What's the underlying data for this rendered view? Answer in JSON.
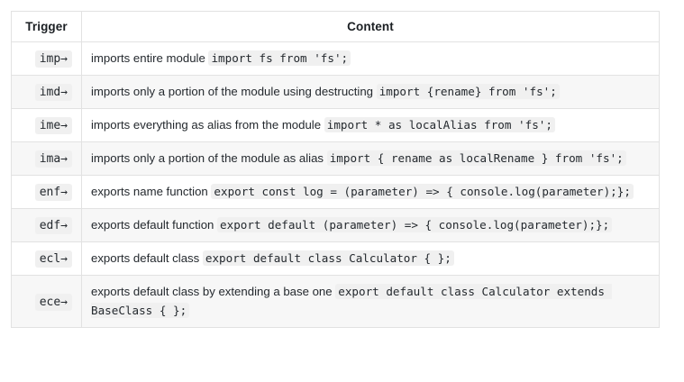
{
  "table": {
    "headers": {
      "trigger": "Trigger",
      "content": "Content"
    },
    "colors": {
      "border": "#e2e2e2",
      "stripe": "#f7f7f7",
      "code_background": "#f0f0f0",
      "text": "#24292e"
    },
    "rows": [
      {
        "trigger": "imp→",
        "description": "imports entire module ",
        "code": "import fs from 'fs';"
      },
      {
        "trigger": "imd→",
        "description": "imports only a portion of the module using destructing ",
        "code": "import {rename} from 'fs';"
      },
      {
        "trigger": "ime→",
        "description": "imports everything as alias from the module ",
        "code": "import * as localAlias from 'fs';"
      },
      {
        "trigger": "ima→",
        "description": "imports only a portion of the module as alias ",
        "code": "import { rename as localRename } from 'fs';"
      },
      {
        "trigger": "enf→",
        "description": "exports name function ",
        "code": "export const log = (parameter) => { console.log(parameter);};"
      },
      {
        "trigger": "edf→",
        "description": "exports default function ",
        "code": "export default (parameter) => { console.log(parameter);};"
      },
      {
        "trigger": "ecl→",
        "description": "exports default class ",
        "code": "export default class Calculator { };"
      },
      {
        "trigger": "ece→",
        "description": "exports default class by extending a base one ",
        "code": "export default class Calculator extends BaseClass { };"
      }
    ]
  }
}
